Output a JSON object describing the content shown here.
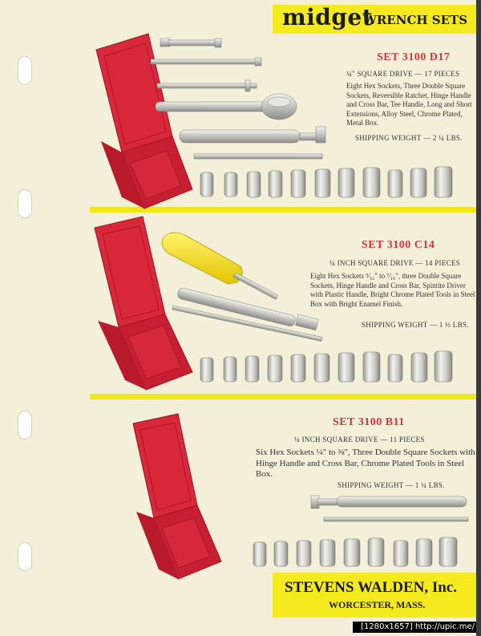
{
  "header": {
    "brand": "midget",
    "product": "WRENCH SETS"
  },
  "sets": [
    {
      "title": "SET 3100 D17",
      "drive": "¼\" SQUARE DRIVE — 17 PIECES",
      "description": "Eight Hex Sockets, Three Double Square Sockets, Reversible Ratchet, Hinge Handle and Cross Bar, Tee Handle, Long and Short Extensions, Alloy Steel, Chrome Plated, Metal Box.",
      "shipping": "SHIPPING WEIGHT — 2 ¼ LBS."
    },
    {
      "title": "SET 3100 C14",
      "drive": "¼ INCH SQUARE DRIVE — 14 PIECES",
      "description": "Eight Hex Sockets ⁵⁄₃₂\" to ⁷⁄₁₆\", three Double Square Sockets, Hinge Handle and Cross Bar, Spintite Driver with Plastic Handle, Bright Chrome Plated Tools in Steel Box with Bright Enamel Finish.",
      "shipping": "SHIPPING WEIGHT — 1 ½ LBS."
    },
    {
      "title": "SET 3100 B11",
      "drive": "¼ INCH SQUARE DRIVE — 11 PIECES",
      "description": "Six Hex Sockets ¼\" to ⅜\", Three Double Square Sockets with Hinge Handle and Cross Bar, Chrome Plated Tools in Steel Box.",
      "shipping": "SHIPPING WEIGHT — 1 ¼ LBS."
    }
  ],
  "footer": {
    "company": "STEVENS WALDEN, Inc.",
    "city": "WORCESTER, MASS."
  },
  "watermark": "[1280x1657] http://upic.me/",
  "colors": {
    "paper": "#f3efd9",
    "accent_yellow": "#f4ea1e",
    "title_red": "#d8343a",
    "box_red": "#d8283a",
    "chrome": "#c9c9c4"
  }
}
